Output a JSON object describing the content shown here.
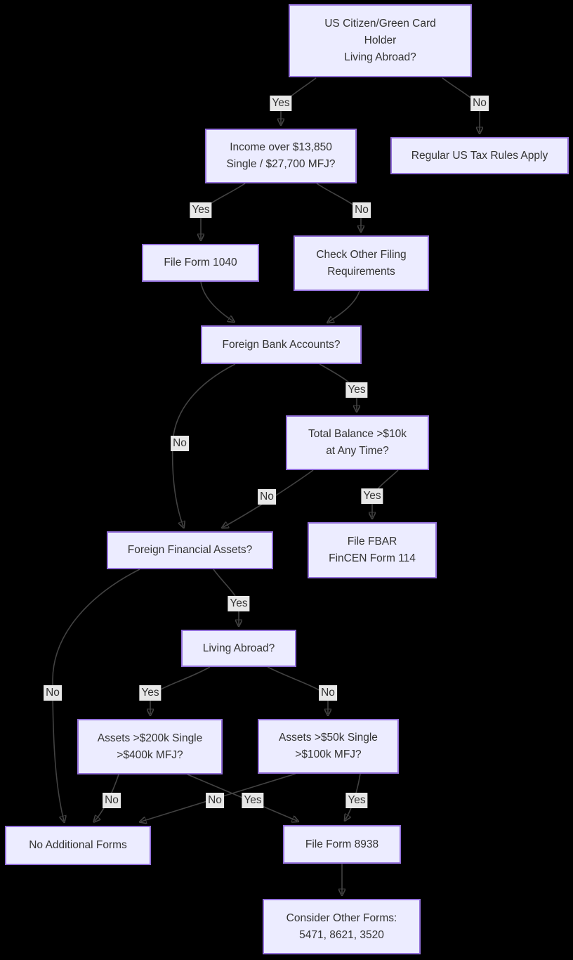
{
  "theme": {
    "background": "#000000",
    "node_fill": "#ECECFF",
    "node_border": "#9370DB",
    "node_text_color": "#333333",
    "edge_color": "#424242",
    "edge_label_bg": "#E8E8E8",
    "edge_label_text_color": "#333333"
  },
  "labels": {
    "yes": "Yes",
    "no": "No"
  },
  "nodes": {
    "root": {
      "label": "US Citizen/Green Card\nHolder\nLiving Abroad?"
    },
    "income": {
      "label": "Income over $13,850\nSingle / $27,700 MFJ?"
    },
    "regular_rules": {
      "label": "Regular US Tax Rules Apply"
    },
    "form_1040": {
      "label": "File Form 1040"
    },
    "check_other": {
      "label": "Check Other Filing\nRequirements"
    },
    "foreign_bank": {
      "label": "Foreign Bank Accounts?"
    },
    "total_balance": {
      "label": "Total Balance >$10k\nat Any Time?"
    },
    "foreign_assets": {
      "label": "Foreign Financial Assets?"
    },
    "file_fbar": {
      "label": "File FBAR\nFinCEN Form 114"
    },
    "living_abroad": {
      "label": "Living Abroad?"
    },
    "assets_200k": {
      "label": "Assets >$200k Single\n>$400k MFJ?"
    },
    "assets_50k": {
      "label": "Assets >$50k Single\n>$100k MFJ?"
    },
    "no_additional": {
      "label": "No Additional Forms"
    },
    "form_8938": {
      "label": "File Form 8938"
    },
    "other_forms": {
      "label": "Consider Other Forms:\n5471, 8621, 3520"
    }
  },
  "edges": [
    {
      "from": "root",
      "to": "income",
      "label": "Yes"
    },
    {
      "from": "root",
      "to": "regular_rules",
      "label": "No"
    },
    {
      "from": "income",
      "to": "form_1040",
      "label": "Yes"
    },
    {
      "from": "income",
      "to": "check_other",
      "label": "No"
    },
    {
      "from": "form_1040",
      "to": "foreign_bank",
      "label": ""
    },
    {
      "from": "check_other",
      "to": "foreign_bank",
      "label": ""
    },
    {
      "from": "foreign_bank",
      "to": "total_balance",
      "label": "Yes"
    },
    {
      "from": "foreign_bank",
      "to": "foreign_assets",
      "label": "No"
    },
    {
      "from": "total_balance",
      "to": "file_fbar",
      "label": "Yes"
    },
    {
      "from": "total_balance",
      "to": "foreign_assets",
      "label": "No"
    },
    {
      "from": "foreign_assets",
      "to": "living_abroad",
      "label": "Yes"
    },
    {
      "from": "foreign_assets",
      "to": "no_additional",
      "label": "No"
    },
    {
      "from": "living_abroad",
      "to": "assets_200k",
      "label": "Yes"
    },
    {
      "from": "living_abroad",
      "to": "assets_50k",
      "label": "No"
    },
    {
      "from": "assets_200k",
      "to": "form_8938",
      "label": "Yes"
    },
    {
      "from": "assets_200k",
      "to": "no_additional",
      "label": "No"
    },
    {
      "from": "assets_50k",
      "to": "form_8938",
      "label": "Yes"
    },
    {
      "from": "assets_50k",
      "to": "no_additional",
      "label": "No"
    },
    {
      "from": "form_8938",
      "to": "other_forms",
      "label": ""
    }
  ]
}
